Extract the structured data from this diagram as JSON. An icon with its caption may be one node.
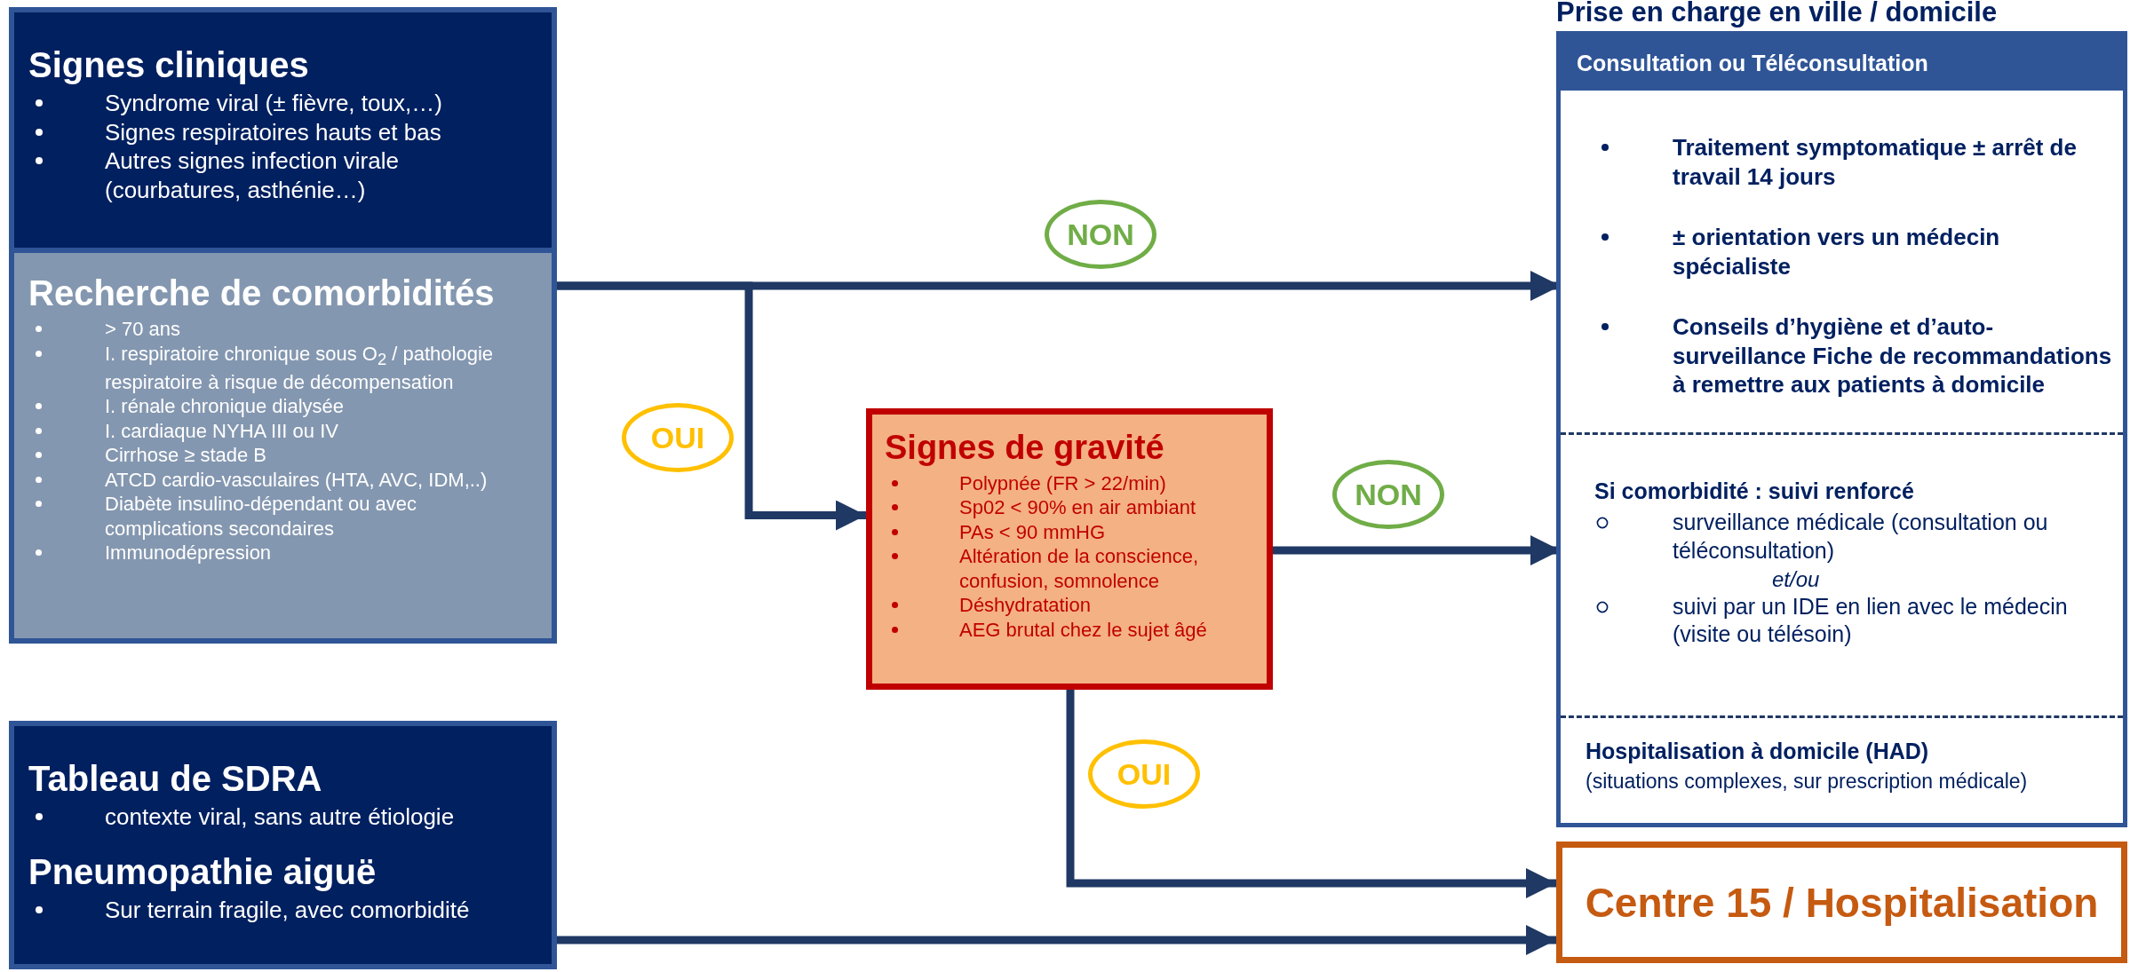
{
  "diagram": {
    "nodes": [
      {
        "text": [
          "Signes cliniques",
          "Syndrome viral (± fièvre, toux,…)",
          "Signes respiratoires hauts et bas",
          "Autres signes infection virale (courbatures, asthénie…)"
        ]
      },
      {
        "text": [
          "Recherche de comorbidités",
          "> 70 ans",
          "I. respiratoire chronique sous O$_{2}$ / pathologie respiratoire à risque de décompensation",
          "I. rénale chronique dialysée",
          "I. cardiaque NYHA III ou IV",
          "Cirrhose ≥ stade B",
          "ATCD cardio-vasculaires (HTA, AVC, IDM,..)",
          "Diabète insulino-dépendant ou avec complications secondaires",
          "Immunodépression"
        ]
      },
      {
        "text": [
          "Tableau de SDRA",
          "contexte viral, sans autre étiologie",
          "Pneumopathie aiguë",
          "Sur terrain fragile, avec comorbidité"
        ]
      },
      {
        "text": [
          "Signes de gravité",
          "Polypnée (FR > 22/min)",
          "Sp02 < 90% en air ambiant",
          "PAs < 90 mmHG",
          "Altération de la conscience, confusion, somnolence",
          "Déshydratation",
          "AEG brutal chez le sujet âgé"
        ]
      },
      {
        "text": [
          "Prise en charge en ville / domicile",
          "Consultation ou Téléconsultation"
        ]
      },
      {
        "text": [
          "Traitement symptomatique ± arrêt de travail 14 jours",
          "± orientation vers un médecin spécialiste",
          "Conseils d’hygiène et d’auto-surveillance Fiche de recommandations à remettre aux patients à domicile"
        ],
        "in": 4
      },
      {
        "text": [
          "Si comorbidité : suivi renforcé",
          "surveillance médicale (consultation ou téléconsultation)",
          "et/ou",
          "suivi par un IDE en lien avec le médecin (visite ou télésoin)"
        ],
        "in": 4
      },
      {
        "text": [
          "Hospitalisation à domicile (HAD)",
          "(situations complexes, sur prescription médicale)"
        ],
        "in": 4
      },
      {
        "text": [
          "Centre 15 / Hospitalisation"
        ]
      }
    ],
    "edges": [
      {
        "from": 1,
        "to": 5,
        "arrow": "to",
        "label": "NON"
      },
      {
        "from": 1,
        "to": 3,
        "arrow": "to",
        "label": "OUI"
      },
      {
        "from": 3,
        "to": 6,
        "arrow": "to",
        "label": "NON"
      },
      {
        "from": 3,
        "to": 8,
        "arrow": "to",
        "label": "OUI"
      },
      {
        "from": 2,
        "to": 8,
        "arrow": "to"
      }
    ]
  }
}
